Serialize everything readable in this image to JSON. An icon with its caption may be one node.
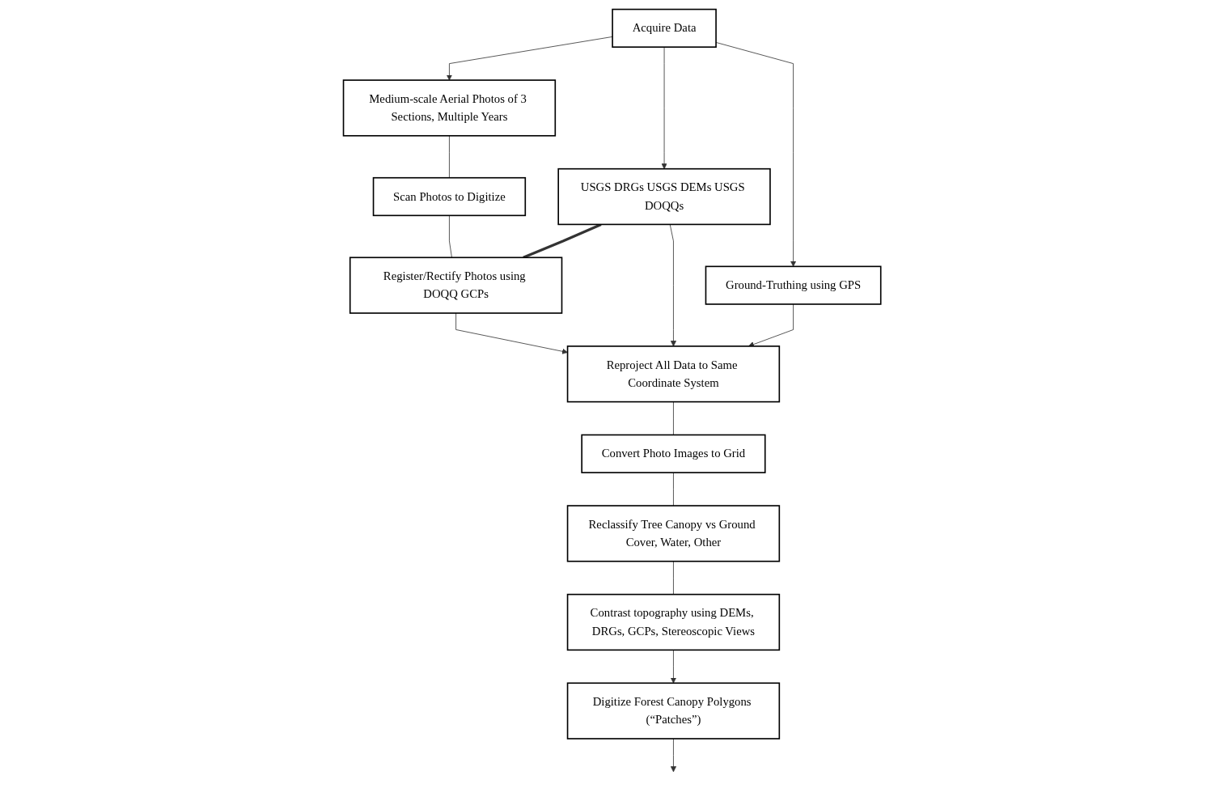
{
  "diagram": {
    "nodes": [
      {
        "text": [
          "Acquire Data"
        ]
      },
      {
        "text": [
          "Medium-scale Aerial Photos of 3 Sections, Multiple Years"
        ]
      },
      {
        "text": [
          "USGS DRGs USGS DEMs USGS DOQQs"
        ]
      },
      {
        "text": [
          "Ground-Truthing using GPS"
        ]
      },
      {
        "text": [
          "Scan Photos to Digitize"
        ]
      },
      {
        "text": [
          "Register/Rectify Photos using DOQQ GCPs"
        ]
      },
      {
        "text": [
          "Convert Photo Images to Grid"
        ]
      },
      {
        "text": [
          "Reproject All Data to Same Coordinate System"
        ]
      },
      {
        "text": [
          "Reclassify Tree Canopy vs Ground Cover, Water, Other"
        ]
      },
      {
        "text": [
          "Digitize Forest Canopy Polygons (“Patches”)"
        ]
      },
      {
        "text": [
          "Contrast topography using DEMs, DRGs, GCPs, Stereoscopic Views"
        ]
      }
    ],
    "edges": [
      {
        "from": 0,
        "to": 1,
        "arrow": "to"
      },
      {
        "from": 0,
        "to": 2,
        "arrow": "to"
      },
      {
        "from": 0,
        "to": 3,
        "arrow": "to"
      },
      {
        "from": 1,
        "to": 4,
        "arrow": "none"
      },
      {
        "from": 4,
        "to": 5,
        "arrow": "none"
      },
      {
        "from": 2,
        "to": 5,
        "arrow": "none",
        "style": "thick"
      },
      {
        "from": 5,
        "to": 7,
        "arrow": "to"
      },
      {
        "from": 2,
        "to": 7,
        "arrow": "to"
      },
      {
        "from": 3,
        "to": 7,
        "arrow": "to"
      },
      {
        "from": 7,
        "to": 6,
        "arrow": "none"
      },
      {
        "from": 6,
        "to": 8,
        "arrow": "none"
      },
      {
        "from": 8,
        "to": 10,
        "arrow": "none"
      },
      {
        "from": 10,
        "to": 9,
        "arrow": "to"
      },
      {
        "from": 9,
        "to": null,
        "arrow": "to"
      }
    ]
  }
}
